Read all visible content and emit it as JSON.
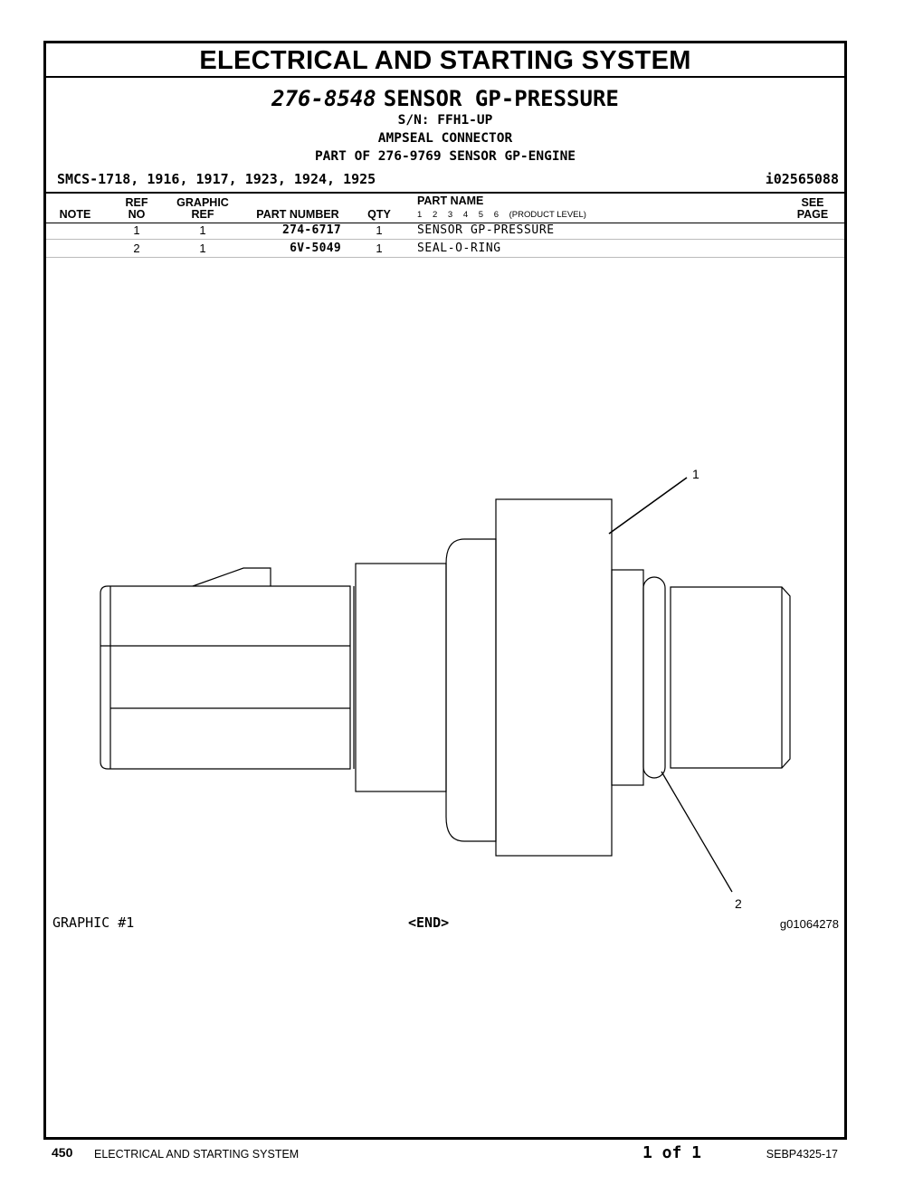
{
  "section_title": "ELECTRICAL AND STARTING SYSTEM",
  "part": {
    "number": "276-8548",
    "name": "SENSOR GP-PRESSURE",
    "serial": "S/N: FFH1-UP",
    "note": "AMPSEAL CONNECTOR",
    "part_of": "PART OF 276-9769 SENSOR GP-ENGINE"
  },
  "smcs": "SMCS-1718, 1916, 1917, 1923, 1924, 1925",
  "doc_id": "i02565088",
  "table": {
    "headers": {
      "note": "NOTE",
      "ref_top": "REF",
      "ref_bottom": "NO",
      "graphic_top": "GRAPHIC",
      "graphic_bottom": "REF",
      "part_number": "PART NUMBER",
      "qty": "QTY",
      "part_name": "PART NAME",
      "see_top": "SEE",
      "see_bottom": "PAGE"
    },
    "product_levels": [
      "1",
      "2",
      "3",
      "4",
      "5",
      "6"
    ],
    "product_level_label": "(PRODUCT LEVEL)",
    "rows": [
      {
        "note": "",
        "ref_no": "1",
        "graphic_ref": "1",
        "part_number": "274-6717",
        "qty": "1",
        "part_name": "SENSOR GP-PRESSURE",
        "see_page": ""
      },
      {
        "note": "",
        "ref_no": "2",
        "graphic_ref": "1",
        "part_number": "6V-5049",
        "qty": "1",
        "part_name": "SEAL-O-RING",
        "see_page": ""
      }
    ]
  },
  "callouts": [
    "1",
    "2"
  ],
  "graphic_label": "GRAPHIC #1",
  "end_marker": "<END>",
  "graphic_id": "g01064278",
  "footer": {
    "page_number": "450",
    "section": "ELECTRICAL AND STARTING SYSTEM",
    "page_count": "1 of 1",
    "doc_code": "SEBP4325-17"
  }
}
